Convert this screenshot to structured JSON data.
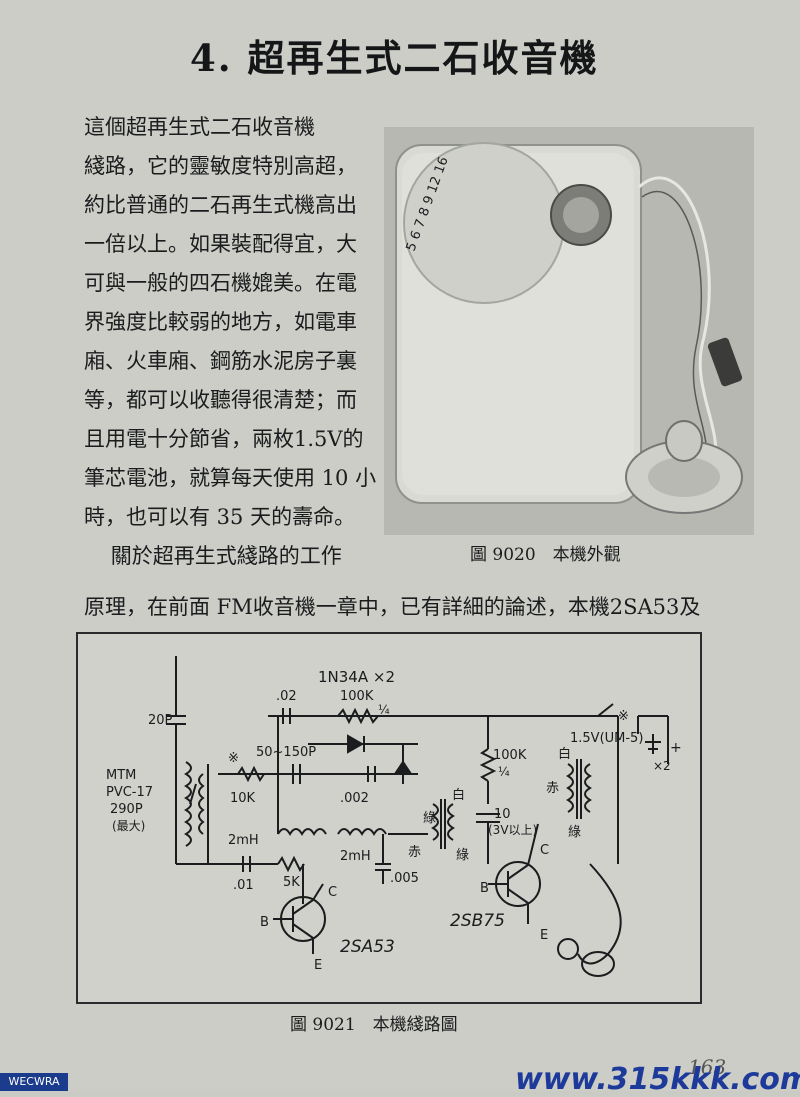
{
  "title": "4. 超再生式二石收音機",
  "body_lines": [
    "這個超再生式二石收音機",
    "綫路，它的靈敏度特別高超，",
    "約比普通的二石再生式機高出",
    "一倍以上。如果裝配得宜，大",
    "可與一般的四石機媲美。在電",
    "界強度比較弱的地方，如電車",
    "廂、火車廂、鋼筋水泥房子裏",
    "等，都可以收聽得很清楚；而",
    "且用電十分節省，兩枚1.5V的",
    "筆芯電池，就算每天使用 10 小",
    "時，也可以有 35 天的壽命。",
    "    關於超再生式綫路的工作"
  ],
  "full_line": "原理，在前面 FM收音機一章中，已有詳細的論述，本機2SA53及",
  "photo_caption": "圖 9020　本機外觀",
  "dial_marks": "5 6 7 8 9 12 16",
  "circuit_caption": "圖 9021　本機綫路圖",
  "circuit_labels": {
    "c20p": "20P",
    "mtm": "MTM",
    "pvc": "PVC-17",
    "c290p": "290P",
    "max": "(最大)",
    "c02": ".02",
    "r100k": "100K",
    "quarter1": "¼",
    "diode": "1N34A ×2",
    "star1": "※",
    "c50": "50~150P",
    "r10k": "10K",
    "c002": ".002",
    "l2mh1": "2mH",
    "l2mh2": "2mH",
    "c01": ".01",
    "r5k": "5K",
    "red1": "赤",
    "c005": ".005",
    "c_lbl": "C",
    "b_lbl": "B",
    "e_lbl": "E",
    "t1": "2SA53",
    "green1": "綠",
    "white1": "白",
    "r100k2": "100K",
    "quarter2": "¼",
    "c10": "10",
    "c3v": "(3V以上)",
    "green2": "綠",
    "t2": "2SB75",
    "c_lbl2": "C",
    "b_lbl2": "B",
    "e_lbl2": "E",
    "star2": "※",
    "battery": "1.5V(UM-5)",
    "x2": "×2",
    "white2": "白",
    "red2": "赤",
    "green3": "綠",
    "plus": "+"
  },
  "page_number": "163",
  "watermark_left": "WECWRA",
  "watermark_right": "www.315kkk.com"
}
